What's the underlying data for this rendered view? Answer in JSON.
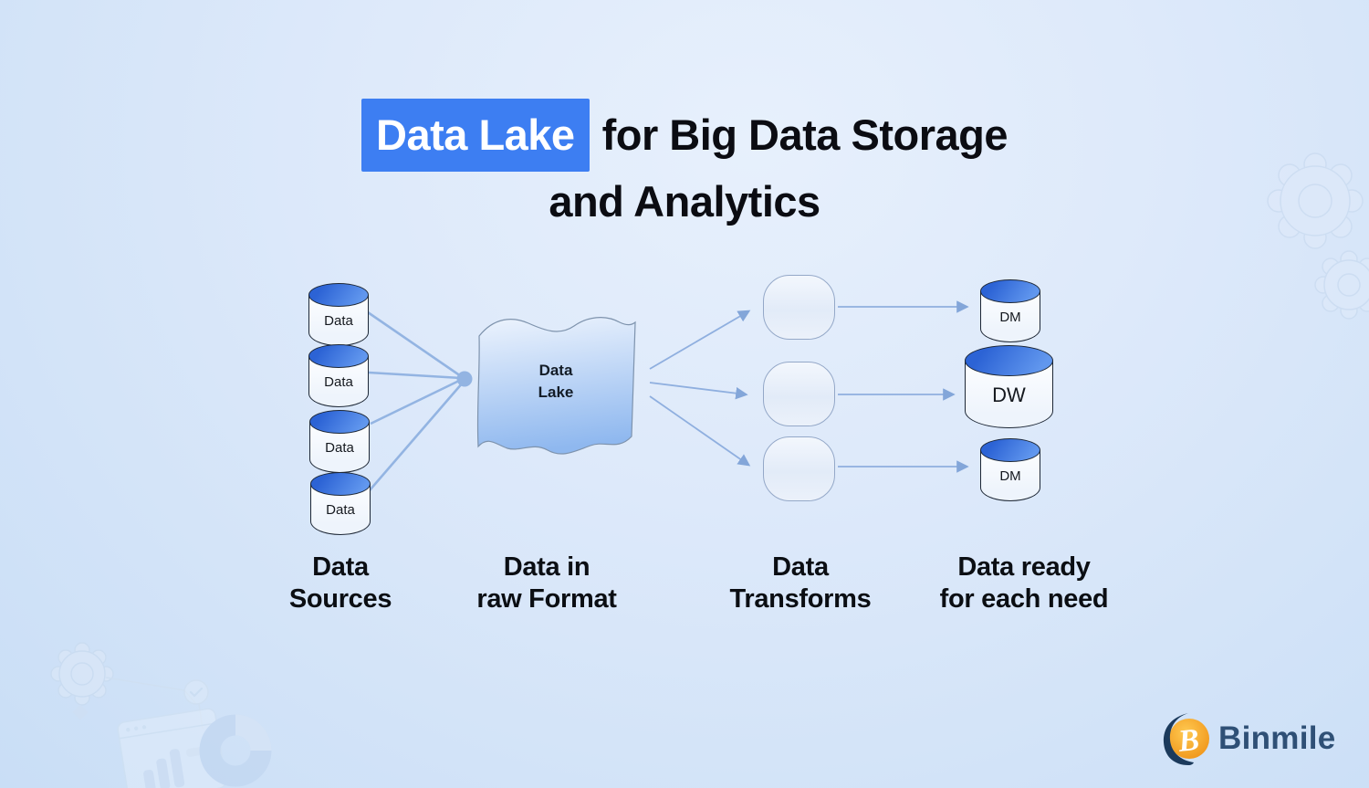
{
  "title": {
    "highlight": "Data Lake",
    "rest": "for Big Data Storage",
    "line2": "and Analytics"
  },
  "diagram": {
    "sources": {
      "nodes": [
        "Data",
        "Data",
        "Data",
        "Data"
      ],
      "caption": "Data\nSources"
    },
    "lake": {
      "label": "Data\nLake",
      "caption": "Data in\nraw Format"
    },
    "transforms": {
      "caption": "Data\nTransforms"
    },
    "outputs": {
      "nodes": [
        "DM",
        "DW",
        "DM"
      ],
      "caption": "Data ready\nfor each need"
    }
  },
  "branding": {
    "name": "Binmile"
  },
  "colors": {
    "title_highlight_bg": "#3d7ef2",
    "title_text": "#0b0c12",
    "cylinder_top_blue": "#3a6fd8",
    "cylinder_outline": "#1d2735",
    "lake_fill_top": "#eaf2fd",
    "lake_fill_bottom": "#8fb8ef",
    "arrow_blue": "#8fafdf",
    "background_light": "#e7f0fc",
    "background_deep": "#c9def6",
    "logo_orange": "#f5a01e",
    "logo_navy": "#1b3a5c",
    "logo_text": "#2f5076"
  }
}
